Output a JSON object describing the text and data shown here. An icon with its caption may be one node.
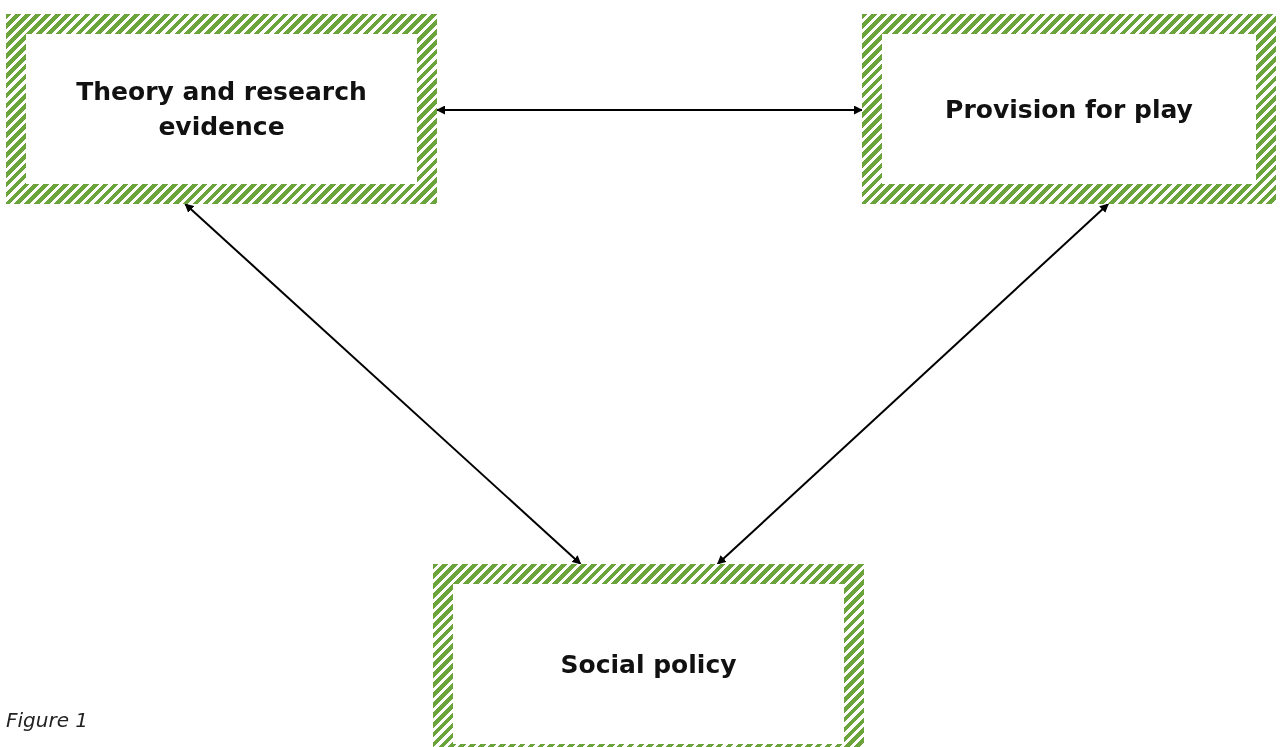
{
  "diagram": {
    "caption": "Figure 1",
    "nodes": [
      {
        "text": [
          "Theory and research evidence"
        ]
      },
      {
        "text": [
          "Provision for play"
        ]
      },
      {
        "text": [
          "Social policy"
        ]
      }
    ],
    "edges": [
      {
        "from": 0,
        "to": 1,
        "arrow": "both"
      },
      {
        "from": 0,
        "to": 2,
        "arrow": "both"
      },
      {
        "from": 1,
        "to": 2,
        "arrow": "both"
      }
    ]
  }
}
